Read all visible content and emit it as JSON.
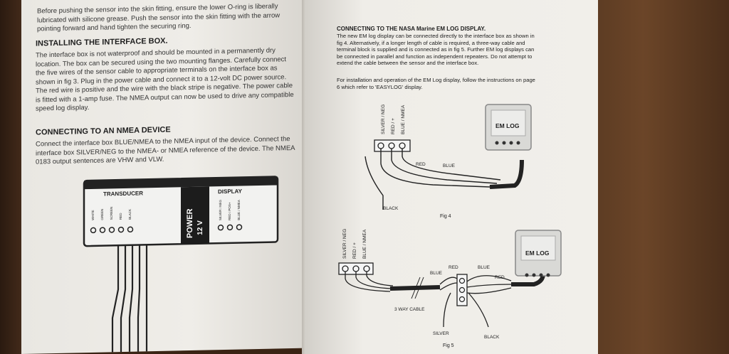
{
  "left_page": {
    "intro_lines": [
      "Before pushing the sensor into the skin fitting, ensure the lower O-ring is liberally",
      "lubricated with silicone grease. Push the sensor into the skin fitting with the arrow",
      "pointing forward and hand tighten the securing ring."
    ],
    "installing_heading": "INSTALLING THE INTERFACE BOX.",
    "installing_lines": [
      "The interface box is not waterproof and should be mounted in a permanently dry",
      "location. The box can be secured using the two mounting flanges. Carefully connect",
      "the five wires of the sensor cable to appropriate terminals on the interface box as",
      "shown in fig 3. Plug in the power cable and connect it to a 12-volt DC power source.",
      "The red wire is positive and the wire with the black stripe is negative. The power cable",
      "is fitted with a 1-amp fuse. The NMEA output can now be used to drive any compatible",
      "speed log display."
    ],
    "nmea_heading": "CONNECTING TO AN NMEA DEVICE",
    "nmea_lines": [
      "Connect the interface box BLUE/NMEA to the NMEA input of the device. Connect the",
      "interface box SILVER/NEG to the NMEA- or NMEA reference of the device. The NMEA",
      "0183 output sentences are VHW and VLW."
    ],
    "box": {
      "transducer_label": "TRANSDUCER",
      "display_label": "DISPLAY",
      "power_label": "POWER",
      "volt_label": "12 V",
      "transducer_terminals": [
        "WHITE",
        "GREEN",
        "SCREEN",
        "RED",
        "BLACK"
      ],
      "display_terminals": [
        "SILVER / NEG",
        "RED / POS+",
        "BLUE / NMEA"
      ]
    }
  },
  "right_page": {
    "heading": "CONNECTING TO THE NASA Marine EM LOG DISPLAY.",
    "para_lines": [
      "The new EM log display can be connected directly to the interface box as shown in",
      "fig 4. Alternatively, if a longer length of cable is required, a three-way cable and",
      "terminal block is supplied and is connected as in fig 5. Further EM log displays can",
      "be connected in parallel and function as independent repeaters. Do not attempt to",
      "extend the cable between the sensor and the interface box."
    ],
    "install_lines": [
      "For installation and operation of the EM Log display, follow the instructions on page",
      "6 which refer to 'EASYLOG' display."
    ],
    "fig4": {
      "terminals": [
        "SILVER / NEG",
        "RED / +",
        "BLUE / NMEA"
      ],
      "display_label": "EM LOG",
      "wire_red": "RED",
      "wire_blue": "BLUE",
      "wire_black": "BLACK",
      "caption": "Fig 4"
    },
    "fig5": {
      "terminals": [
        "SILVER / NEG",
        "RED / +",
        "BLUE / NMEA"
      ],
      "display_label": "EM LOG",
      "red_a": "RED",
      "blue_a": "BLUE",
      "blue_b": "BLUE",
      "red_b": "RED",
      "cable_label": "3 WAY CABLE",
      "silver": "SILVER",
      "black": "BLACK",
      "caption": "Fig 5"
    }
  }
}
